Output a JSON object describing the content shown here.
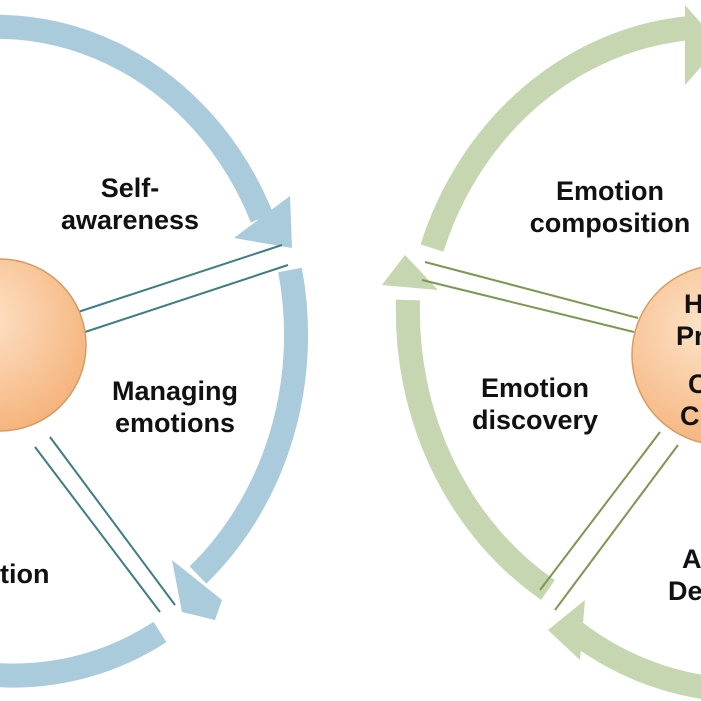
{
  "colors": {
    "left_cycle": "#a9cbdc",
    "right_cycle": "#c5d6b0",
    "left_lines": "#3d7d84",
    "right_lines": "#7b9850",
    "hub_fill": "#f8c597",
    "hub_stroke": "#d99a62"
  },
  "left_diagram": {
    "labels": [
      "Self-",
      "awareness",
      "Managing",
      "emotions",
      "tion"
    ]
  },
  "right_diagram": {
    "labels": [
      "Emotion",
      "composition",
      "Emotion",
      "discovery"
    ],
    "hub_text": [
      "H",
      "Pr",
      "C",
      "C"
    ],
    "bottom_text": [
      "A",
      "De"
    ]
  }
}
